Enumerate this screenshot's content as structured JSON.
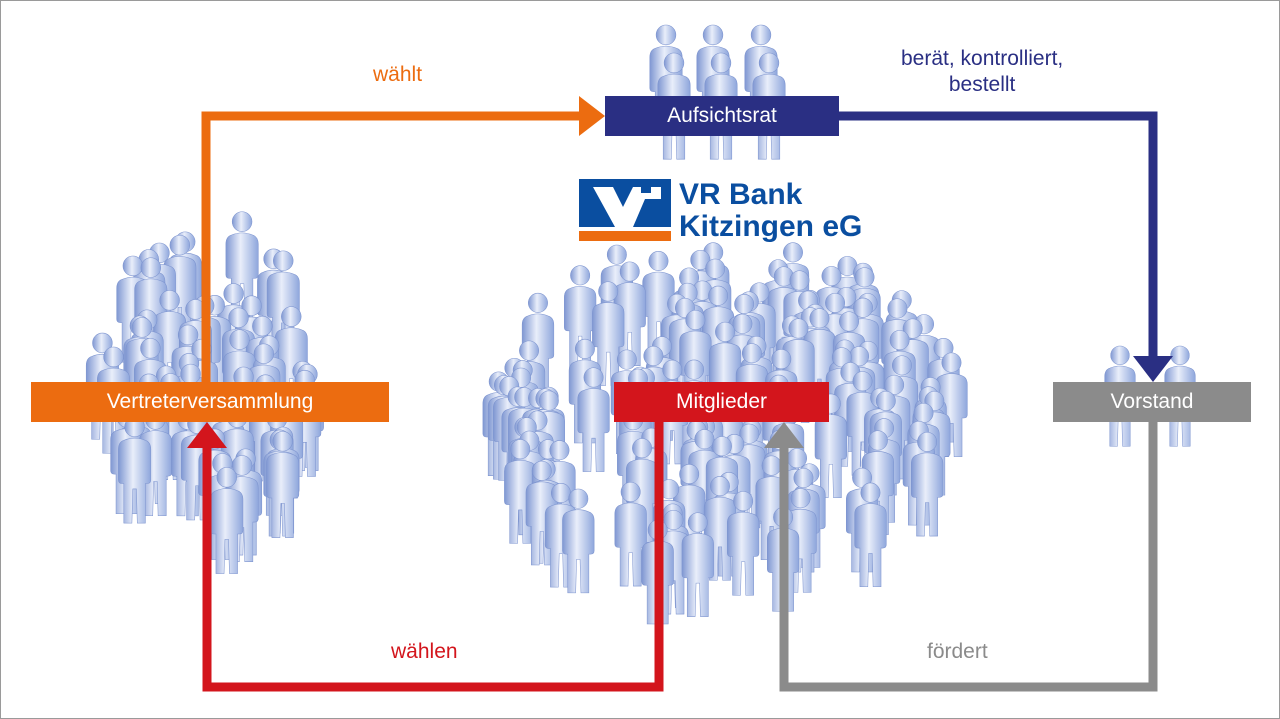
{
  "diagram": {
    "nodes": {
      "vertreterversammlung": "Vertreterversammlung",
      "mitglieder": "Mitglieder",
      "aufsichtsrat": "Aufsichtsrat",
      "vorstand": "Vorstand"
    },
    "edges": {
      "waehlt": "wählt",
      "beraet_line1": "berät, kontrolliert,",
      "beraet_line2": "bestellt",
      "waehlen": "wählen",
      "foerdert": "fördert"
    },
    "logo": {
      "line1": "VR Bank",
      "line2": "Kitzingen eG"
    },
    "colors": {
      "orange": "#ec6c10",
      "red": "#d3151c",
      "navy": "#2a2f83",
      "gray": "#8b8b8b",
      "people": "#8fa8dc",
      "logo_blue": "#0a4ea0"
    },
    "icons": {
      "crowd": "people-crowd-icon",
      "logo": "vr-bank-logo-icon"
    }
  }
}
